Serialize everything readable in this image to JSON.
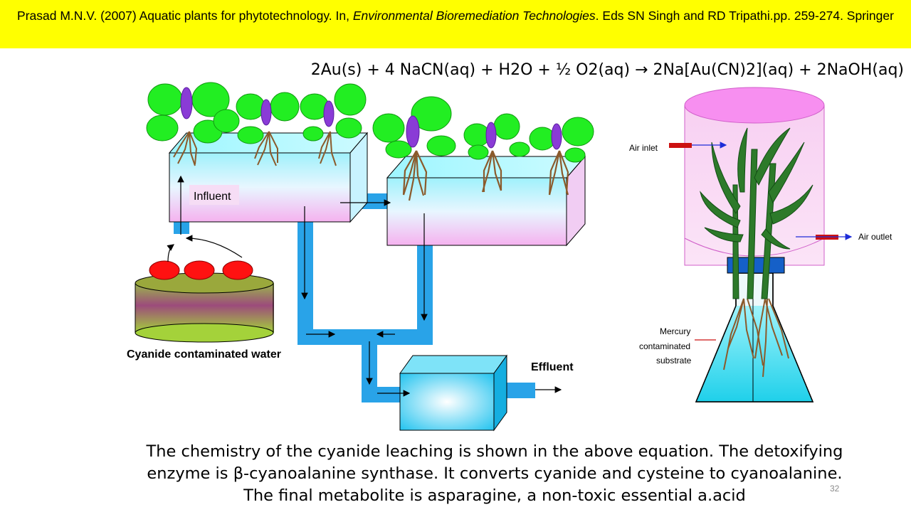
{
  "citation": {
    "part1": "Prasad M.N.V. (2007) Aquatic plants for phytotechnology.  In, ",
    "book_title": "Environmental Bioremediation Technologies",
    "part2": ". Eds SN Singh and RD Tripathi.pp. 259-274. Springer"
  },
  "equation": "2Au(s) + 4 NaCN(aq) + H2O + ½ O2(aq) → 2Na[Au(CN)2](aq) + 2NaOH(aq)",
  "labels": {
    "influent": "Influent",
    "cyanide_water": "Cyanide contaminated water",
    "effluent": "Effluent",
    "air_inlet": "Air inlet",
    "air_outlet": "Air outlet",
    "mercury_line1": "Mercury",
    "mercury_line2": "contaminated",
    "mercury_line3": "substrate"
  },
  "caption": {
    "line1": "The chemistry of the cyanide leaching is shown in the above equation. The detoxifying",
    "line2_pre": "enzyme is ",
    "line2_beta": "β",
    "line2_post": "-cyanoalanine synthase. It converts cyanide and cysteine to cyanoalanine.",
    "line3": "The final metabolite is asparagine, a non-toxic essential a.acid"
  },
  "slide_number": "32",
  "colors": {
    "banner": "#ffff00",
    "water_pipe": "#29a3e8",
    "leaf": "#22ee22",
    "flower": "#8a3bd6",
    "dye_blob": "#ff1111",
    "reed_leaf": "#2d7a2a",
    "root": "#8b5a2b"
  }
}
